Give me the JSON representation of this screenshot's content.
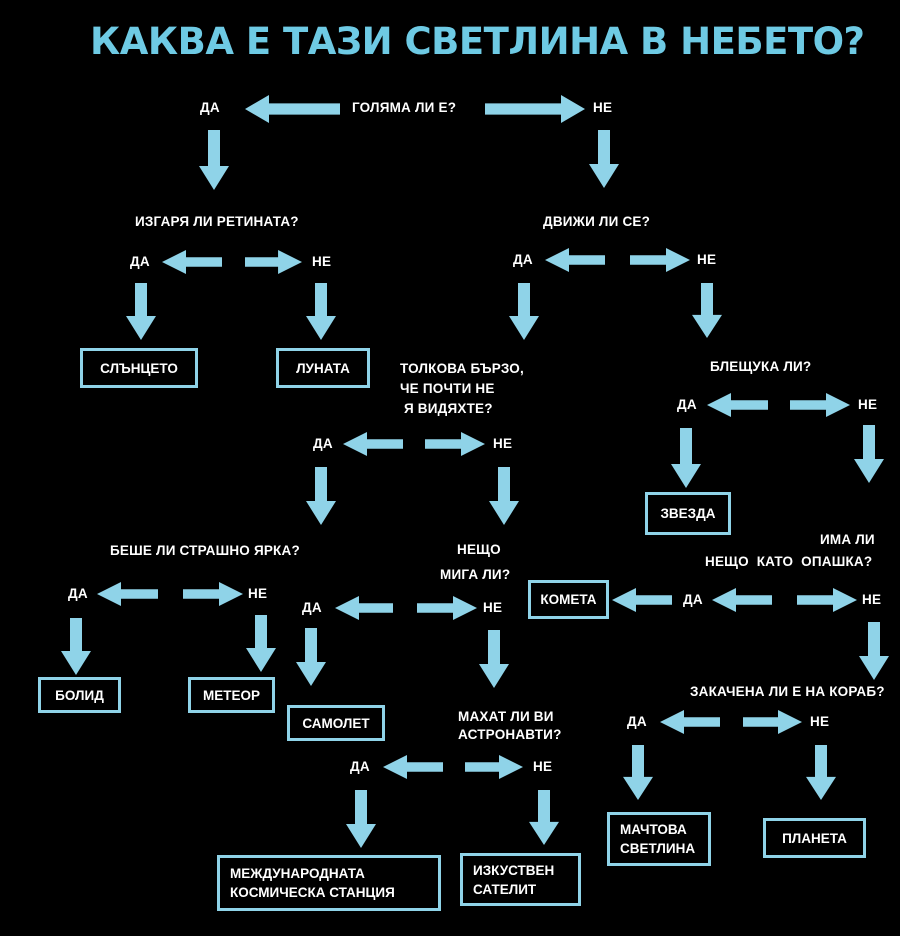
{
  "title": "КАКВА Е ТАЗИ СВЕТЛИНА В НЕБЕТО?",
  "colors": {
    "arrow": "#8fd3e8",
    "title": "#6ecae4",
    "background": "#000000",
    "text": "#ffffff"
  },
  "yes": "ДА",
  "no": "НЕ",
  "questions": {
    "big": "ГОЛЯМА ЛИ Е?",
    "retina": "ИЗГАРЯ ЛИ РЕТИНАТА?",
    "moves": "ДВИЖИ ЛИ СЕ?",
    "fast": [
      "ТОЛКОВА БЪРЗО,",
      "ЧЕ ПОЧТИ НЕ",
      " Я ВИДЯХТЕ?"
    ],
    "twinkles": "БЛЕЩУКА ЛИ?",
    "bright": "БЕШЕ ЛИ СТРАШНО ЯРКА?",
    "blinks": [
      "НЕЩО",
      "МИГА ЛИ?"
    ],
    "tail": [
      "ИМА ЛИ",
      "НЕЩО  КАТО  ОПАШКА?"
    ],
    "ship": "ЗАКАЧЕНА ЛИ Е НА КОРАБ?",
    "astronauts": [
      "МАХАТ ЛИ ВИ",
      "АСТРОНАВТИ?"
    ]
  },
  "answers": {
    "sun": "СЛЪНЦЕТО",
    "moon": "ЛУНАТА",
    "star": "ЗВЕЗДА",
    "comet": "КОМЕТА",
    "fireball": "БОЛИД",
    "meteor": "МЕТЕОР",
    "plane": "САМОЛЕТ",
    "mast": [
      "МАЧТОВА",
      "СВЕТЛИНА"
    ],
    "planet": "ПЛАНЕТА",
    "iss": [
      "МЕЖДУНАРОДНАТА",
      "КОСМИЧЕСКА СТАНЦИЯ"
    ],
    "satellite": [
      "ИЗКУСТВЕН",
      "САТЕЛИТ"
    ]
  }
}
